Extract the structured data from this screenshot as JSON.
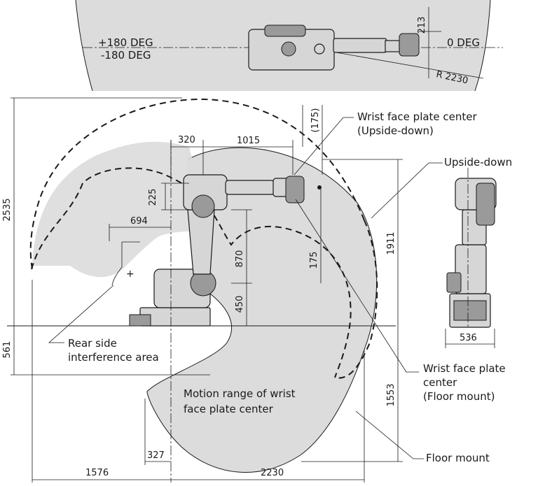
{
  "colors": {
    "motion_area": "#dcdcdc",
    "line": "#1a1a1a",
    "background": "#ffffff"
  },
  "top_view": {
    "angle_pos": "+180 DEG",
    "angle_neg": "-180 DEG",
    "angle_zero": "0 DEG",
    "offset": "213",
    "radius": "R 2230"
  },
  "dimensions": {
    "d320": "320",
    "d1015": "1015",
    "d175_top": "(175)",
    "d225": "225",
    "d694": "694",
    "d870": "870",
    "d450": "450",
    "d175": "175",
    "d2535": "2535",
    "d1911": "1911",
    "d561": "561",
    "d1553": "1553",
    "d327": "327",
    "d1576": "1576",
    "d2230": "2230",
    "d536": "536"
  },
  "labels": {
    "wrist_upside_line1": "Wrist face plate center",
    "wrist_upside_line2": "(Upside-down)",
    "upside_down": "Upside-down",
    "rear_line1": "Rear side",
    "rear_line2": "interference area",
    "wrist_floor_line1": "Wrist face plate",
    "wrist_floor_line2": "center",
    "wrist_floor_line3": "(Floor mount)",
    "motion_line1": "Motion range of wrist",
    "motion_line2": "face plate center",
    "floor_mount": "Floor mount"
  }
}
